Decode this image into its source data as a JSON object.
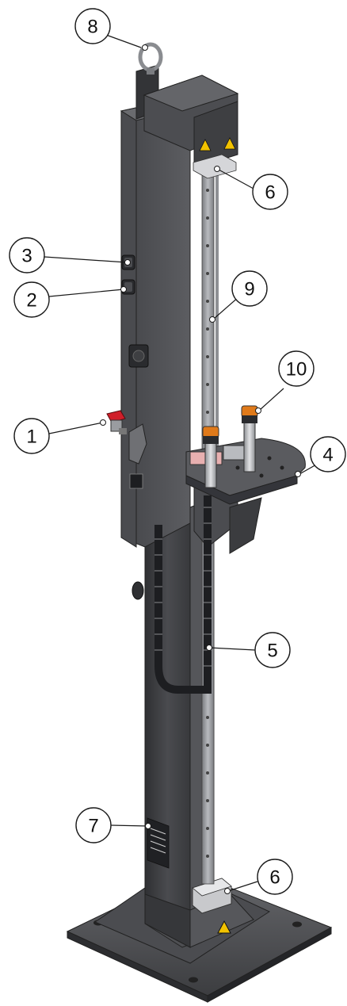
{
  "callouts": [
    {
      "id": "c1",
      "label": "1"
    },
    {
      "id": "c2",
      "label": "2"
    },
    {
      "id": "c3",
      "label": "3"
    },
    {
      "id": "c4",
      "label": "4"
    },
    {
      "id": "c5",
      "label": "5"
    },
    {
      "id": "c6a",
      "label": "6"
    },
    {
      "id": "c6b",
      "label": "6"
    },
    {
      "id": "c7",
      "label": "7"
    },
    {
      "id": "c8",
      "label": "8"
    },
    {
      "id": "c9",
      "label": "9"
    },
    {
      "id": "c10",
      "label": "10"
    }
  ],
  "colors": {
    "body_dark": "#3d3d3f",
    "body_mid": "#55565a",
    "body_light": "#6d6e72",
    "rail": "#9a9ca0",
    "warning_yellow": "#f2c200",
    "valve_red": "#d01f2a",
    "orange_ring": "#e07a1a"
  }
}
